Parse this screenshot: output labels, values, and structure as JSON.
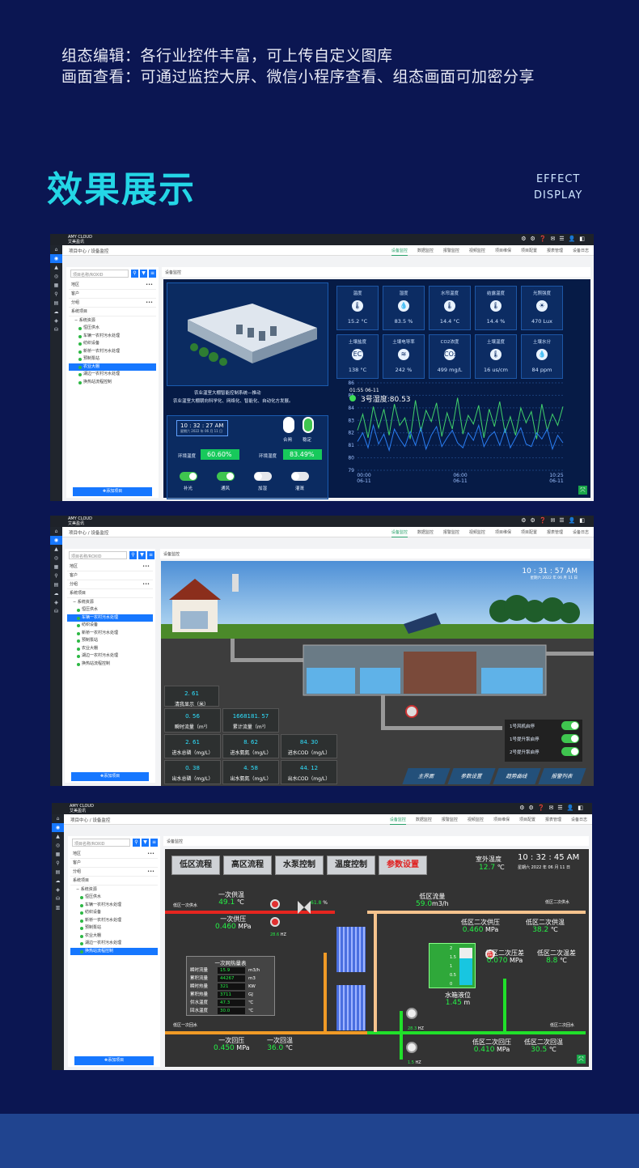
{
  "intro": {
    "line1": "组态编辑：各行业控件丰富，可上传自定义图库",
    "line2": "画面查看：可通过监控大屏、微信小程序查看、组态画面可加密分享"
  },
  "hero": {
    "title": "效果展示",
    "en1": "EFFECT",
    "en2": "DISPLAY"
  },
  "common": {
    "logo1": "AMY CLOUD",
    "logo2": "艾美盈讯",
    "breadcrumb": "项目中心 / 设备监控",
    "nav": [
      "设备监控",
      "数据监控",
      "报警监控",
      "视频监控",
      "项目维保",
      "项目配置",
      "报表管理",
      "设备日志"
    ],
    "search_placeholder": "项目名称/ROXID",
    "content_title": "设备监控",
    "tree_top": [
      "地区",
      "客户",
      "分组",
      "系统项目"
    ],
    "tree_root": "系统资源",
    "add_button": "✚添加项目"
  },
  "shot1": {
    "tree": [
      "恒压供水",
      "车辆一农村污水处理",
      "纺织设备",
      "新桥一农村污水处理",
      "预制泵站",
      "农业大棚",
      "湖边一农村污水处理",
      "换热站流程控制"
    ],
    "selected": "农业大棚",
    "system_name": "农业温室大棚智能控制系统—推动",
    "system_desc": "农业温室大棚朝向科学化、网络化、智能化、自动化方发展。",
    "time": "10 : 32 : 27  AM",
    "date": "星期六  2022 年 06 月 11 日",
    "env_temp_label": "环境温度",
    "env_temp_value": "60.60%",
    "env_humid_label": "环境湿度",
    "env_humid_value": "83.49%",
    "switches": [
      {
        "label": "补光",
        "on": true
      },
      {
        "label": "通风",
        "on": true
      },
      {
        "label": "加湿",
        "on": false
      },
      {
        "label": "灌溉",
        "on": false
      }
    ],
    "door_labels": [
      "合闸",
      "稳定"
    ],
    "sensors": [
      {
        "label": "温度",
        "value": "15.2",
        "unit": "°C",
        "icon": "thermometer-icon",
        "glyph": "🌡"
      },
      {
        "label": "湿度",
        "value": "83.5",
        "unit": "%",
        "icon": "droplet-icon",
        "glyph": "💧"
      },
      {
        "label": "水帘温度",
        "value": "14.4",
        "unit": "°C",
        "icon": "thermometer-icon",
        "glyph": "🌡"
      },
      {
        "label": "结露温度",
        "value": "14.4",
        "unit": "%",
        "icon": "thermometer-icon",
        "glyph": "🌡"
      },
      {
        "label": "光照强度",
        "value": "470",
        "unit": "Lux",
        "icon": "sun-icon",
        "glyph": "☀"
      },
      {
        "label": "土壤盐度",
        "value": "138",
        "unit": "°C",
        "icon": "ec-icon",
        "glyph": "EC"
      },
      {
        "label": "土壤电导率",
        "value": "242",
        "unit": "%",
        "icon": "conductivity-icon",
        "glyph": "≋"
      },
      {
        "label": "CO2浓度",
        "value": "499",
        "unit": "mg/L",
        "icon": "co2-icon",
        "glyph": "CO₂"
      },
      {
        "label": "土壤温度",
        "value": "16",
        "unit": "us/cm",
        "icon": "thermometer-icon",
        "glyph": "🌡"
      },
      {
        "label": "土壤水分",
        "value": "84",
        "unit": "ppm",
        "icon": "droplet-icon",
        "glyph": "💧"
      }
    ],
    "chart_tooltip_time": "01:55 06-11",
    "chart_tooltip_text": "3号湿度:80.53"
  },
  "chart_data": {
    "type": "line",
    "title": "",
    "xlabel": "",
    "ylabel": "",
    "ylim": [
      79,
      86
    ],
    "yticks": [
      86,
      85,
      84,
      83,
      82,
      81,
      80,
      79
    ],
    "xticks": [
      "00:00\n06-11",
      "06:00\n06-11",
      "10:25\n06-11"
    ],
    "series": [
      {
        "color": "#41d26b",
        "values": [
          82.2,
          83.5,
          81.6,
          84.1,
          82.4,
          83.9,
          81.8,
          84.3,
          82.6,
          83.2,
          81.5,
          84.6,
          82.1,
          83.8,
          82.9,
          84.4,
          81.7,
          83.6,
          82.3,
          84.8,
          81.9,
          83.4,
          82.7,
          84.2,
          81.6,
          83.9,
          82.5,
          84.5,
          82.0,
          83.3,
          81.8,
          84.0,
          82.8,
          83.7,
          81.5,
          84.3,
          82.2,
          83.5,
          82.6,
          84.1
        ]
      },
      {
        "color": "#2a7df2",
        "values": [
          81.3,
          82.0,
          80.8,
          82.6,
          81.1,
          81.9,
          80.6,
          82.3,
          81.5,
          80.9,
          82.1,
          81.0,
          82.4,
          80.7,
          81.8,
          82.5,
          80.9,
          81.6,
          82.2,
          81.2,
          80.8,
          82.0,
          81.4,
          82.6,
          80.9,
          81.7,
          82.1,
          81.0,
          82.3,
          80.8,
          81.6,
          82.4,
          81.1,
          80.9,
          82.0,
          81.5,
          82.3,
          80.7,
          81.8,
          81.2
        ]
      }
    ]
  },
  "shot2": {
    "tree": [
      "恒压供水",
      "车辆一农村污水处理",
      "纺织设备",
      "新桥一农村污水处理",
      "预制泵站",
      "农业大棚",
      "湖边一农村污水处理",
      "换热站流程控制"
    ],
    "selected": "车辆一农村污水处理",
    "time": "10 : 31 : 57  AM",
    "date": "星期六   2022 年 06 月 11 日",
    "level_value": "2. 61",
    "level_label": "清我显示（米）",
    "cells": [
      {
        "value": "0. 56",
        "label": "瞬时流量（m³）"
      },
      {
        "value": "1668181. 57",
        "label": "累计流量（m³）"
      },
      {
        "value": "2. 61",
        "label": "进水总磷（mg/L）"
      },
      {
        "value": "8. 62",
        "label": "进水氨氮（mg/L）"
      },
      {
        "value": "84. 30",
        "label": "进水COD（mg/L）"
      },
      {
        "value": "0. 38",
        "label": "出水总磷（mg/L）"
      },
      {
        "value": "4. 58",
        "label": "出水氨氮（mg/L）"
      },
      {
        "value": "44. 12",
        "label": "出水COD（mg/L）"
      }
    ],
    "pumps": [
      "1号风机启停",
      "1号提升泵启停",
      "2号提升泵启停"
    ],
    "tabs": [
      "主界面",
      "参数设置",
      "趋势曲线",
      "报警列表"
    ]
  },
  "shot3": {
    "tree": [
      "恒压供水",
      "车辆一农村污水处理",
      "纺织设备",
      "新桥一农村污水处理",
      "预制泵站",
      "农业大棚",
      "湖边一农村污水处理",
      "换热站流程控制"
    ],
    "selected": "换热站流程控制",
    "buttons": [
      "低区流程",
      "高区流程",
      "水泵控制",
      "温度控制",
      "参数设置"
    ],
    "outdoor_label": "室外温度",
    "outdoor_value": "12.7",
    "time": "10 : 32 : 45  AM",
    "date": "星期六   2022 年 06 月 11 日",
    "pipe_labels": [
      "低区一次供水",
      "低区二次供水",
      "低区一次回水",
      "低区二次回水"
    ],
    "primary_supply_temp_label": "一次供温",
    "primary_supply_temp": "49.1",
    "primary_supply_press_label": "一次供压",
    "primary_supply_press": "0.460",
    "valve_pct": "61.8",
    "hz1": "28.6",
    "low_flow_label": "低区流量",
    "low_flow": "59.0",
    "sec_supply_press_label": "低区二次供压",
    "sec_supply_press": "0.460",
    "sec_supply_temp_label": "低区二次供温",
    "sec_supply_temp": "38.2",
    "sec_diff_press_label": "低区二次压差",
    "sec_diff_press": "0.070",
    "sec_temp_diff_label": "低区二次温差",
    "sec_temp_diff": "8.8",
    "tank_label": "水箱液位",
    "tank_value": "1.45",
    "tank_scale": [
      "2",
      "1.5",
      "1",
      "0.5",
      "0"
    ],
    "table_title": "一次网热量表",
    "table": [
      {
        "k": "瞬时流量",
        "v": "15.9",
        "u": "m3/h"
      },
      {
        "k": "累积流量",
        "v": "44267",
        "u": "m3"
      },
      {
        "k": "瞬时热量",
        "v": "321",
        "u": "KW"
      },
      {
        "k": "累积热量",
        "v": "3711",
        "u": "GJ"
      },
      {
        "k": "供水温度",
        "v": "47.3",
        "u": "℃"
      },
      {
        "k": "回水温度",
        "v": "30.0",
        "u": "℃"
      }
    ],
    "hz2": "28.3",
    "hz3": "1.5",
    "primary_return_press_label": "一次回压",
    "primary_return_press": "0.450",
    "primary_return_temp_label": "一次回温",
    "primary_return_temp": "36.0",
    "sec_return_press_label": "低区二次回压",
    "sec_return_press": "0.410",
    "sec_return_temp_label": "低区二次回温",
    "sec_return_temp": "30.5"
  }
}
